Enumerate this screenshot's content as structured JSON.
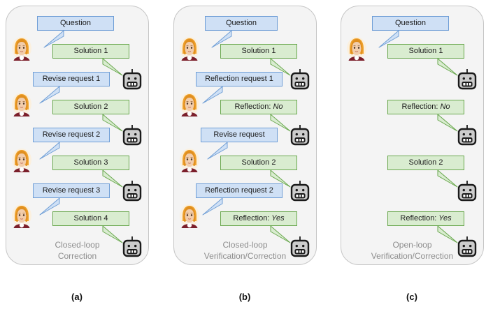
{
  "figure": {
    "panels": [
      {
        "id": "a",
        "figure_label": "(a)",
        "caption_line1": "Closed-loop",
        "caption_line2": "Correction",
        "messages": [
          {
            "type": "blue",
            "text": "Question",
            "speaker": "human"
          },
          {
            "type": "green",
            "text": "Solution 1",
            "speaker": "robot"
          },
          {
            "type": "blue",
            "text": "Revise request 1",
            "speaker": "human"
          },
          {
            "type": "green",
            "text": "Solution 2",
            "speaker": "robot"
          },
          {
            "type": "blue",
            "text": "Revise request 2",
            "speaker": "human"
          },
          {
            "type": "green",
            "text": "Solution 3",
            "speaker": "robot"
          },
          {
            "type": "blue",
            "text": "Revise request 3",
            "speaker": "human"
          },
          {
            "type": "green",
            "text": "Solution 4",
            "speaker": "robot"
          }
        ]
      },
      {
        "id": "b",
        "figure_label": "(b)",
        "caption_line1": "Closed-loop",
        "caption_line2": "Verification/Correction",
        "messages": [
          {
            "type": "blue",
            "text": "Question",
            "speaker": "human"
          },
          {
            "type": "green",
            "text": "Solution 1",
            "speaker": "robot"
          },
          {
            "type": "blue",
            "text": "Reflection request 1",
            "speaker": "human"
          },
          {
            "type": "green",
            "text": "Reflection:",
            "emphasis": "No",
            "speaker": "robot"
          },
          {
            "type": "blue",
            "text": "Revise request",
            "speaker": "human"
          },
          {
            "type": "green",
            "text": "Solution 2",
            "speaker": "robot"
          },
          {
            "type": "blue",
            "text": "Reflection request 2",
            "speaker": "human"
          },
          {
            "type": "green",
            "text": "Reflection:",
            "emphasis": "Yes",
            "speaker": "robot"
          }
        ]
      },
      {
        "id": "c",
        "figure_label": "(c)",
        "caption_line1": "Open-loop",
        "caption_line2": "Verification/Correction",
        "messages": [
          {
            "type": "blue",
            "text": "Question",
            "speaker": "human"
          },
          {
            "type": "green",
            "text": "Solution 1",
            "speaker": "robot"
          },
          {
            "type": "green",
            "text": "Reflection:",
            "emphasis": "No",
            "speaker": "robot"
          },
          {
            "type": "green",
            "text": "Solution 2",
            "speaker": "robot"
          },
          {
            "type": "green",
            "text": "Reflection:",
            "emphasis": "Yes",
            "speaker": "robot"
          }
        ]
      }
    ]
  },
  "icons": {
    "human_avatar": "woman-avatar-icon",
    "robot_avatar": "robot-icon"
  },
  "colors": {
    "panel_background": "#f4f4f4",
    "panel_border": "#c6c6c6",
    "bubble_blue_fill": "#cfe0f5",
    "bubble_blue_border": "#6f9ed6",
    "bubble_green_fill": "#d9ecd0",
    "bubble_green_border": "#6aa84f",
    "caption_text": "#8d8d8d",
    "bubble_text": "#1b1b1b",
    "figure_label_text": "#111111"
  }
}
